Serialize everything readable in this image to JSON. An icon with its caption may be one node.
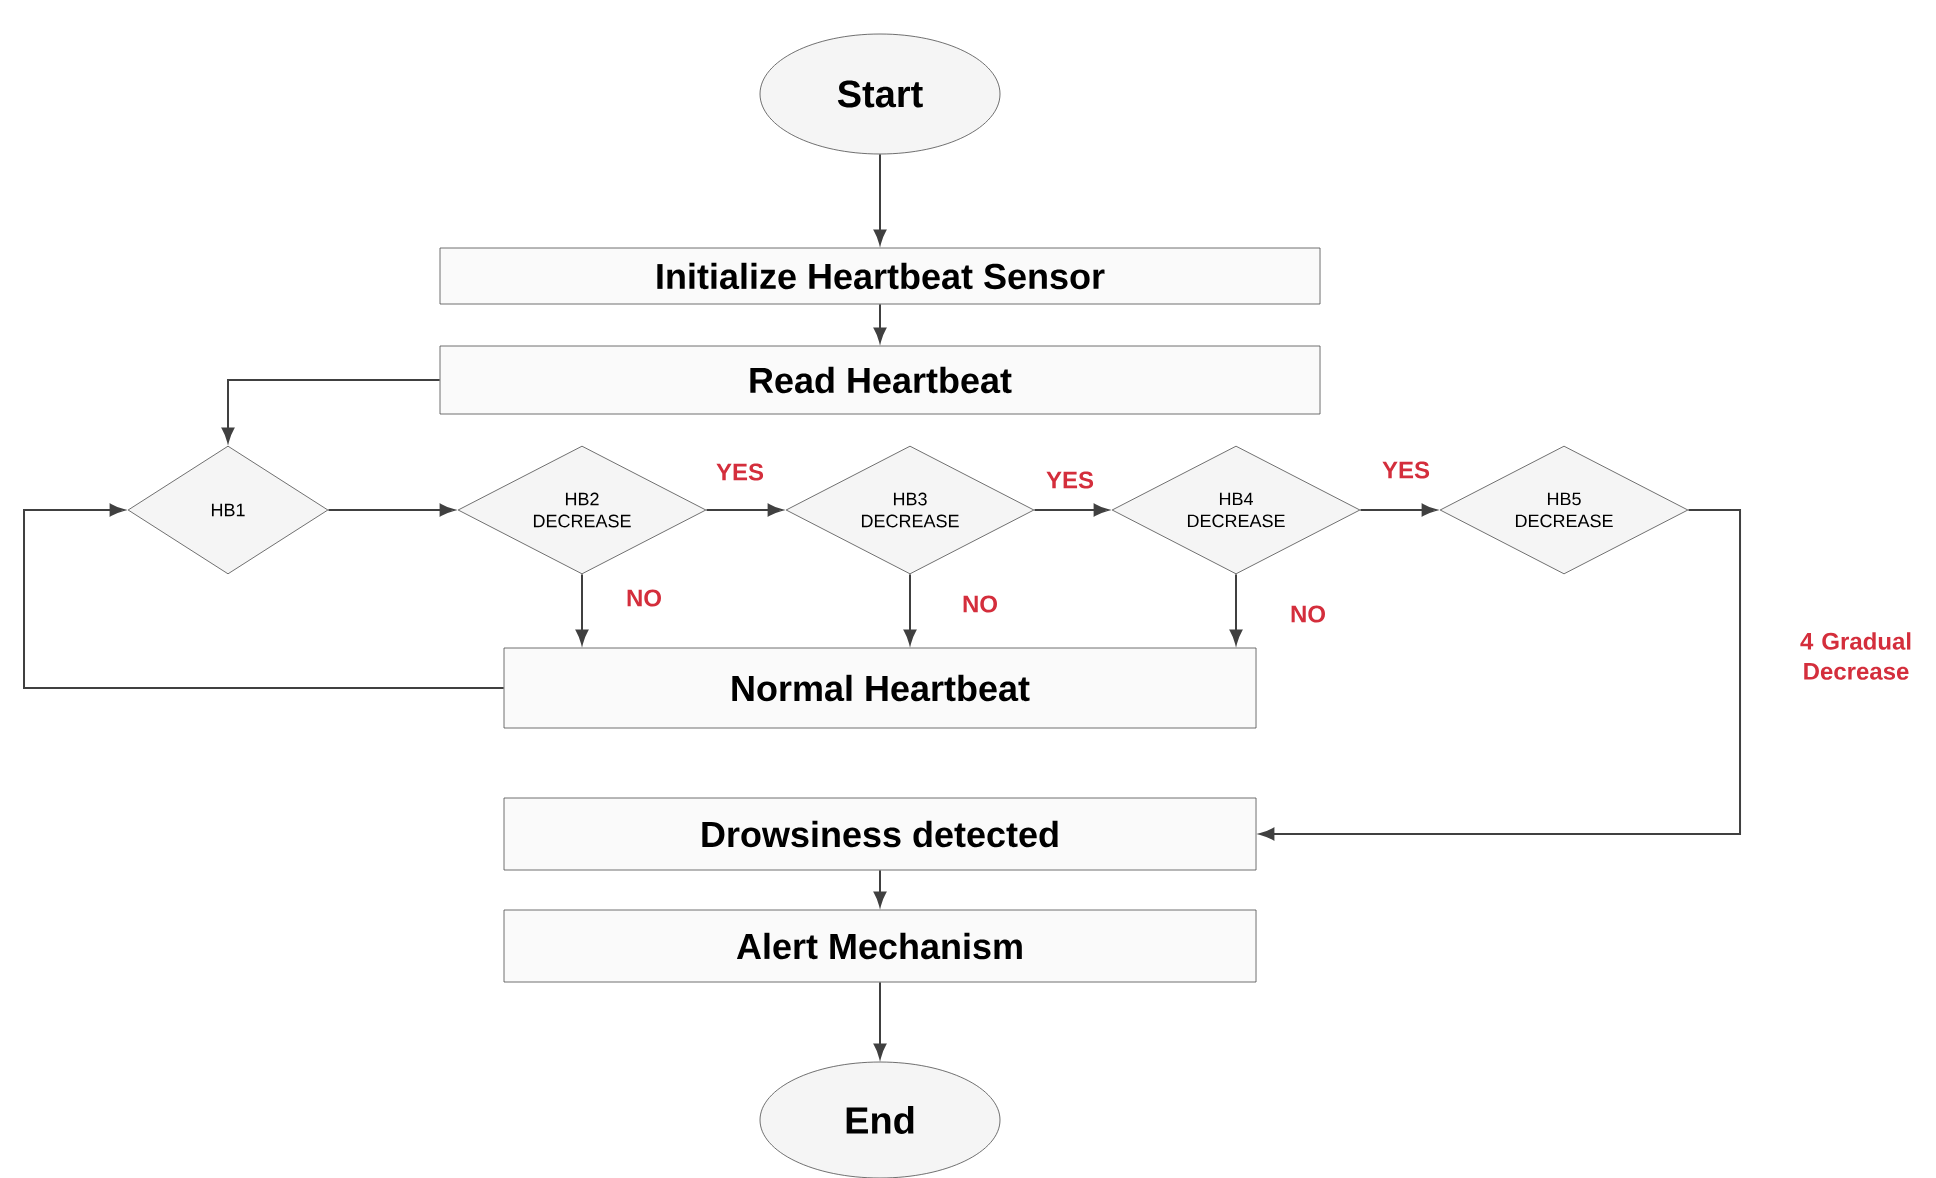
{
  "diagram": {
    "nodes": [
      {
        "text": [
          "Start"
        ]
      },
      {
        "text": [
          "Initialize Heartbeat Sensor"
        ]
      },
      {
        "text": [
          "Read Heartbeat"
        ]
      },
      {
        "text": [
          "HB1"
        ]
      },
      {
        "text": [
          "HB2 DECREASE"
        ]
      },
      {
        "text": [
          "HB3 DECREASE"
        ]
      },
      {
        "text": [
          "HB4 DECREASE"
        ]
      },
      {
        "text": [
          "HB5 DECREASE"
        ]
      },
      {
        "text": [
          "Normal Heartbeat"
        ]
      },
      {
        "text": [
          "Drowsiness detected"
        ]
      },
      {
        "text": [
          "Alert Mechanism"
        ]
      },
      {
        "text": [
          "End"
        ]
      }
    ],
    "edges": [
      {
        "from": 0,
        "to": 1,
        "arrow": "to"
      },
      {
        "from": 1,
        "to": 2,
        "arrow": "to"
      },
      {
        "from": 2,
        "to": 3,
        "arrow": "to"
      },
      {
        "from": 3,
        "to": 4,
        "arrow": "to"
      },
      {
        "from": 4,
        "to": 5,
        "arrow": "to",
        "label": "YES"
      },
      {
        "from": 5,
        "to": 6,
        "arrow": "to",
        "label": "YES"
      },
      {
        "from": 6,
        "to": 7,
        "arrow": "to",
        "label": "YES"
      },
      {
        "from": 4,
        "to": 8,
        "arrow": "to",
        "label": "NO"
      },
      {
        "from": 5,
        "to": 8,
        "arrow": "to",
        "label": "NO"
      },
      {
        "from": 6,
        "to": 8,
        "arrow": "to",
        "label": "NO"
      },
      {
        "from": 8,
        "to": 3,
        "arrow": "to"
      },
      {
        "from": 7,
        "to": 9,
        "arrow": "to",
        "label": "4 Gradual Decrease"
      },
      {
        "from": 9,
        "to": 10,
        "arrow": "to"
      },
      {
        "from": 10,
        "to": 11,
        "arrow": "to"
      }
    ]
  }
}
